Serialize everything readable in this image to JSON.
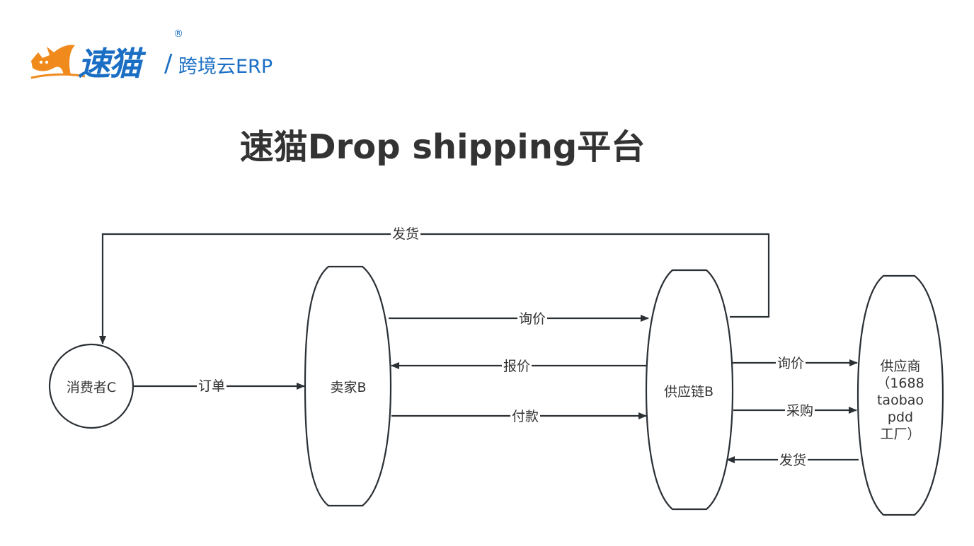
{
  "logo": {
    "brand": "速猫",
    "registered": "®",
    "slash": "/",
    "subtitle": "跨境云ERP",
    "colors": {
      "blue": "#1a6fc4",
      "orange": "#f08a1c"
    }
  },
  "title": "速猫Drop shipping平台",
  "nodes": [
    {
      "id": "consumer",
      "label": "消费者C",
      "shape": "circle"
    },
    {
      "id": "seller",
      "label": "卖家B",
      "shape": "ellipse"
    },
    {
      "id": "supply_chain",
      "label": "供应链B",
      "shape": "ellipse"
    },
    {
      "id": "supplier",
      "label_lines": [
        "供应商",
        "（1688",
        "taobao",
        "pdd",
        "工厂）"
      ],
      "shape": "ellipse"
    }
  ],
  "edges": [
    {
      "from": "supply_chain",
      "to": "consumer",
      "label": "发货"
    },
    {
      "from": "consumer",
      "to": "seller",
      "label": "订单"
    },
    {
      "from": "seller",
      "to": "supply_chain",
      "label": "询价"
    },
    {
      "from": "supply_chain",
      "to": "seller",
      "label": "报价"
    },
    {
      "from": "seller",
      "to": "supply_chain",
      "label": "付款"
    },
    {
      "from": "supply_chain",
      "to": "supplier",
      "label": "询价"
    },
    {
      "from": "supply_chain",
      "to": "supplier",
      "label": "采购"
    },
    {
      "from": "supplier",
      "to": "supply_chain",
      "label": "发货"
    }
  ],
  "colors": {
    "stroke": "#2b3035",
    "text": "#333333"
  }
}
